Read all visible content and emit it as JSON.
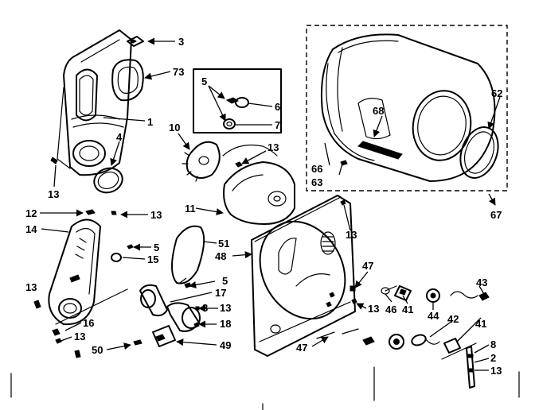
{
  "diagram": {
    "part_labels": [
      {
        "id": "p3",
        "text": "3"
      },
      {
        "id": "p73",
        "text": "73"
      },
      {
        "id": "p1",
        "text": "1"
      },
      {
        "id": "p4",
        "text": "4"
      },
      {
        "id": "p13a",
        "text": "13"
      },
      {
        "id": "p5a",
        "text": "5"
      },
      {
        "id": "p6",
        "text": "6"
      },
      {
        "id": "p7",
        "text": "7"
      },
      {
        "id": "p10",
        "text": "10"
      },
      {
        "id": "p13b",
        "text": "13"
      },
      {
        "id": "p11",
        "text": "11"
      },
      {
        "id": "p12",
        "text": "12"
      },
      {
        "id": "p13c",
        "text": "13"
      },
      {
        "id": "p14",
        "text": "14"
      },
      {
        "id": "p5b",
        "text": "5"
      },
      {
        "id": "p15",
        "text": "15"
      },
      {
        "id": "p51",
        "text": "51"
      },
      {
        "id": "p48",
        "text": "48"
      },
      {
        "id": "p13d",
        "text": "13"
      },
      {
        "id": "p68",
        "text": "68"
      },
      {
        "id": "p62",
        "text": "62"
      },
      {
        "id": "p66",
        "text": "66"
      },
      {
        "id": "p63",
        "text": "63"
      },
      {
        "id": "p67",
        "text": "67"
      },
      {
        "id": "p47a",
        "text": "47"
      },
      {
        "id": "p43",
        "text": "43"
      },
      {
        "id": "p13e",
        "text": "13"
      },
      {
        "id": "p46",
        "text": "46"
      },
      {
        "id": "p41a",
        "text": "41"
      },
      {
        "id": "p44",
        "text": "44"
      },
      {
        "id": "p42",
        "text": "42"
      },
      {
        "id": "p41b",
        "text": "41"
      },
      {
        "id": "p13f",
        "text": "13"
      },
      {
        "id": "p5c",
        "text": "5"
      },
      {
        "id": "p17",
        "text": "17"
      },
      {
        "id": "p8a",
        "text": "8"
      },
      {
        "id": "p13g",
        "text": "13"
      },
      {
        "id": "p18",
        "text": "18"
      },
      {
        "id": "p16",
        "text": "16"
      },
      {
        "id": "p13h",
        "text": "13"
      },
      {
        "id": "p50",
        "text": "50"
      },
      {
        "id": "p49",
        "text": "49"
      },
      {
        "id": "p47b",
        "text": "47"
      },
      {
        "id": "p8b",
        "text": "8"
      },
      {
        "id": "p2",
        "text": "2"
      },
      {
        "id": "p13i",
        "text": "13"
      }
    ]
  }
}
